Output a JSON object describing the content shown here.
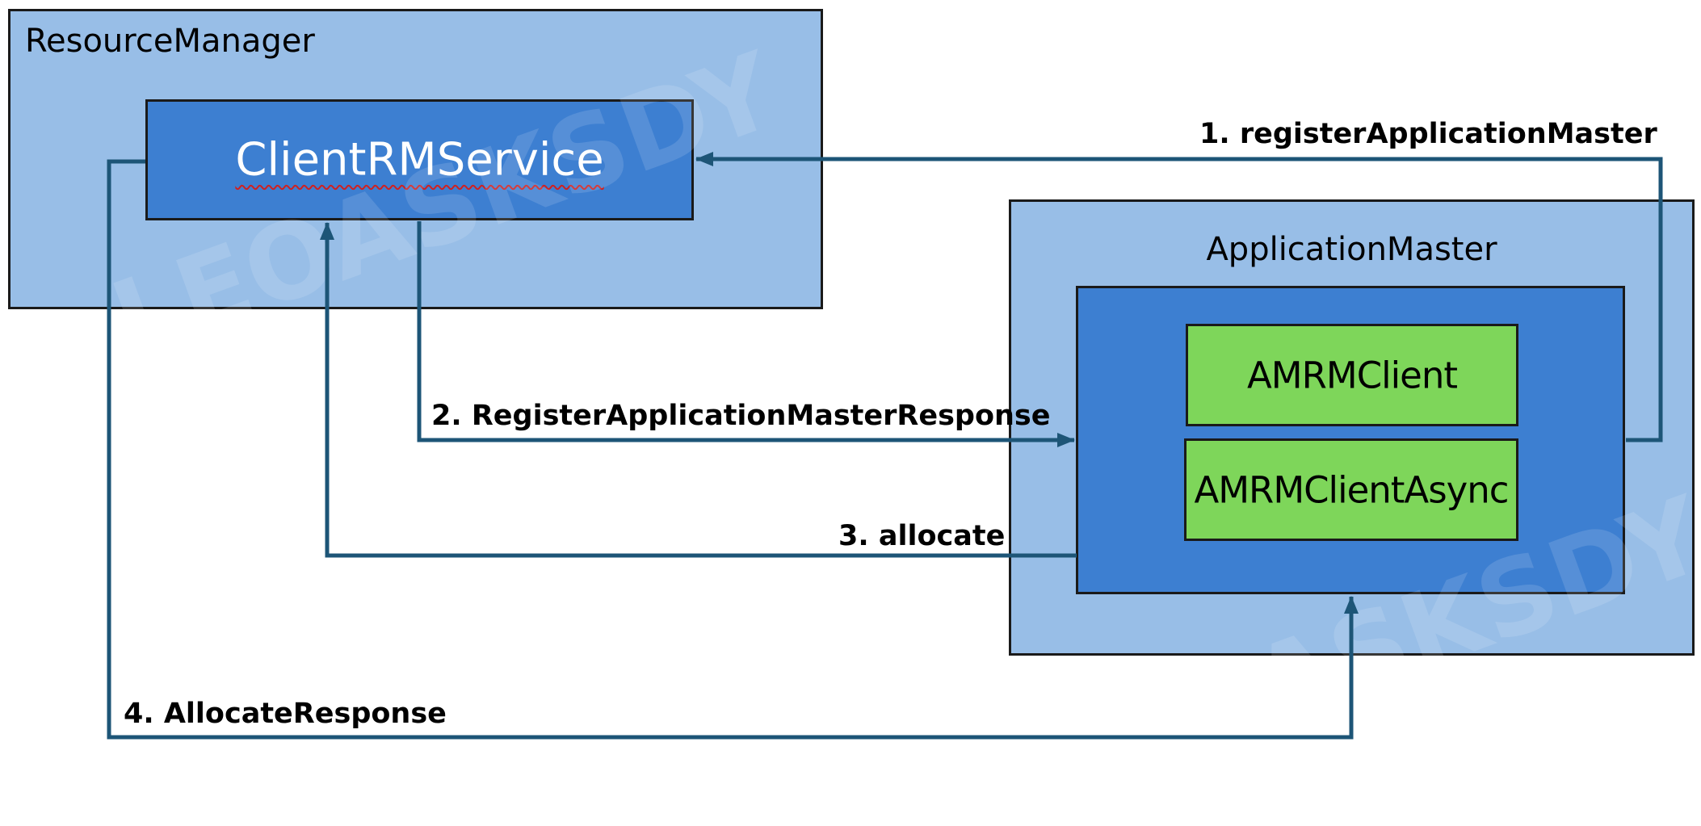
{
  "diagram": {
    "nodes": {
      "resource_manager": {
        "label": "ResourceManager"
      },
      "client_rm_service": {
        "label": "ClientRMService"
      },
      "application_master": {
        "label": "ApplicationMaster"
      },
      "amrm_client": {
        "label": "AMRMClient"
      },
      "amrm_client_async": {
        "label": "AMRMClientAsync"
      }
    },
    "edges": [
      {
        "id": "e1",
        "from": "application_master",
        "to": "client_rm_service",
        "label": "1. registerApplicationMaster"
      },
      {
        "id": "e2",
        "from": "client_rm_service",
        "to": "application_master",
        "label": "2. RegisterApplicationMasterResponse"
      },
      {
        "id": "e3",
        "from": "application_master",
        "to": "client_rm_service",
        "label": "3. allocate"
      },
      {
        "id": "e4",
        "from": "client_rm_service",
        "to": "application_master",
        "label": "4. AllocateResponse"
      }
    ],
    "watermark": "LEOASKSDY",
    "colors": {
      "outer_box": "#98bee7",
      "inner_box": "#3d7fd1",
      "component_box": "#7ed65a",
      "arrow": "#1d5577"
    }
  }
}
